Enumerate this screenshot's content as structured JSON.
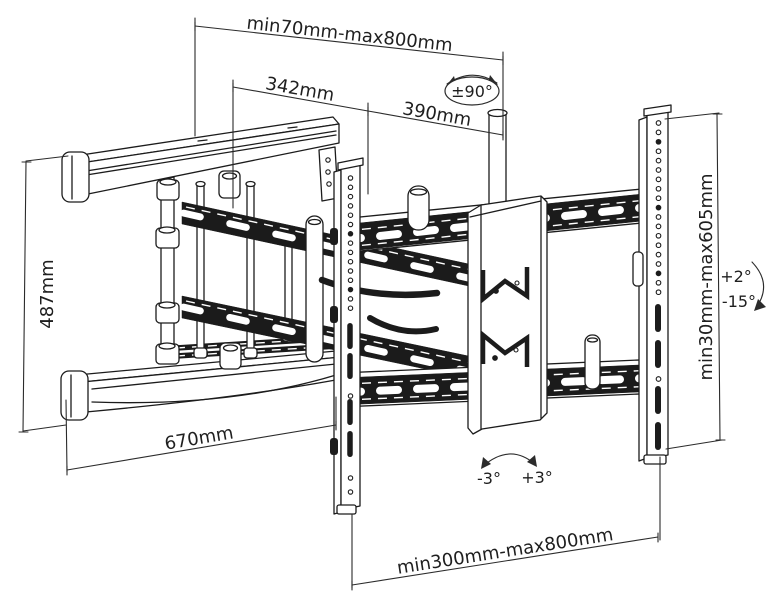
{
  "diagram": {
    "subject": "articulating-tv-wall-mount-dimension-drawing",
    "colors": {
      "line": "#1c1c1c",
      "dimension_line": "#2b2b2b",
      "background": "#ffffff"
    }
  },
  "labels": {
    "dim_top": "min70mm-max800mm",
    "dim_342": "342mm",
    "dim_390": "390mm",
    "swivel": "±90°",
    "dim_487": "487mm",
    "dim_670": "670mm",
    "dim_right": "min30mm-max605mm",
    "tilt_up": "+2°",
    "tilt_down": "-15°",
    "level_neg": "-3°",
    "level_pos": "+3°",
    "dim_bottom": "min300mm-max800mm"
  }
}
